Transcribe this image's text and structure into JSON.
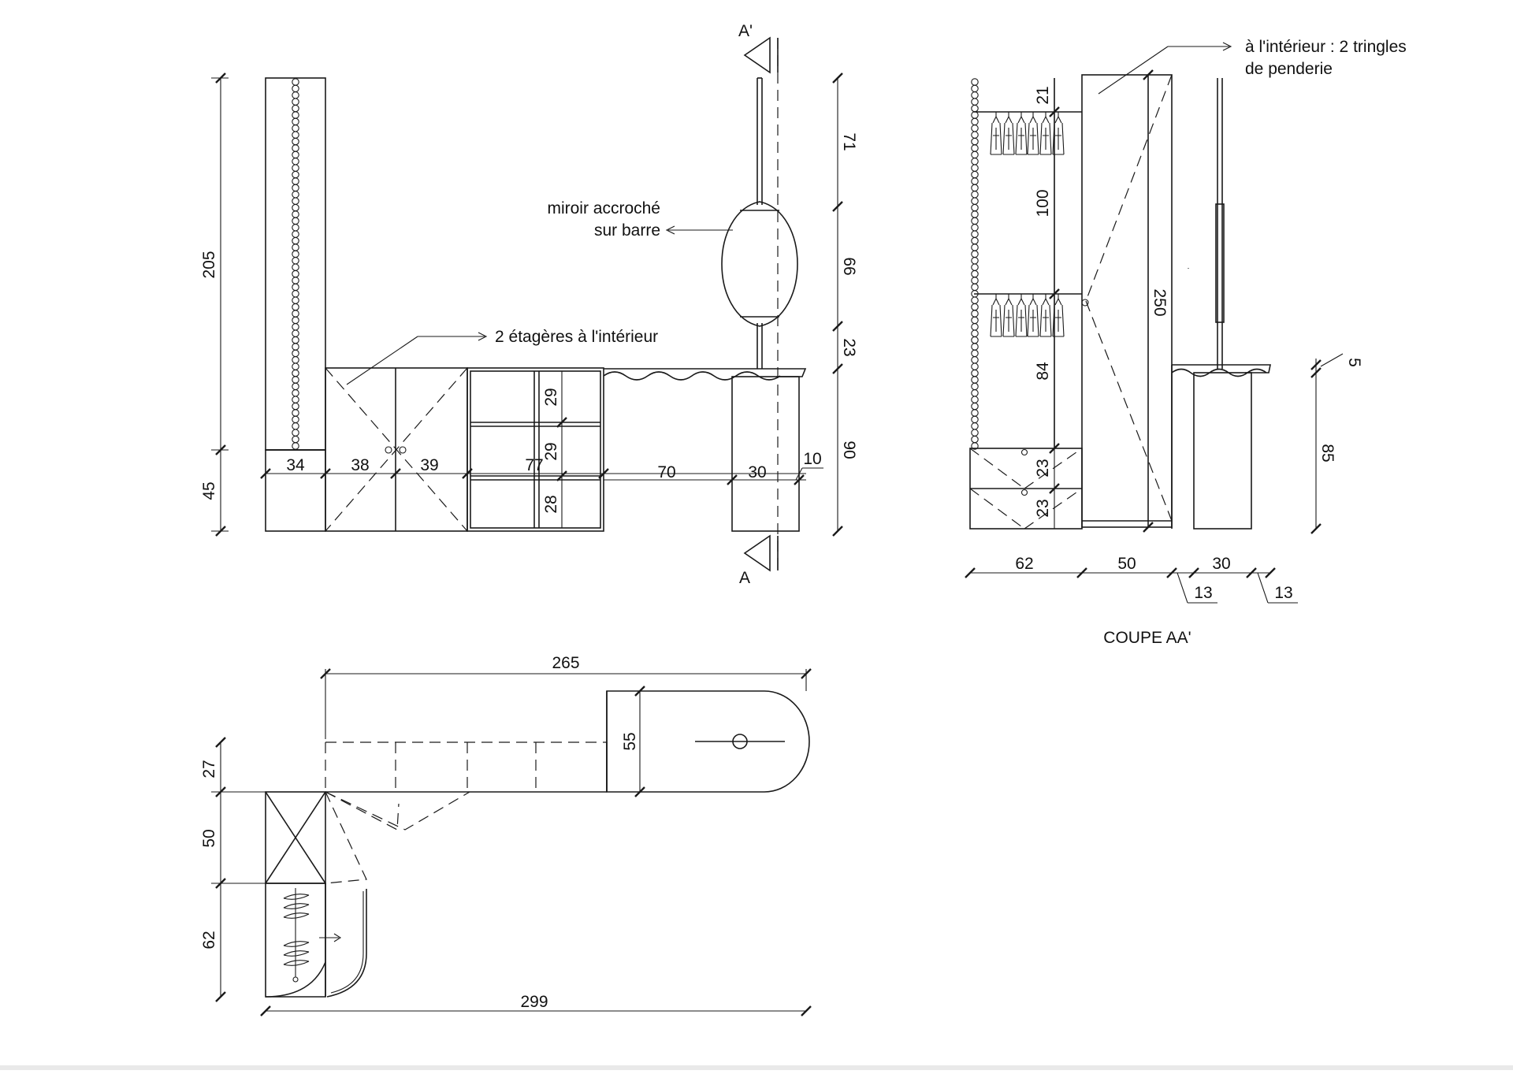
{
  "labels": {
    "mirror_note_1": "miroir accroché",
    "mirror_note_2": "sur barre",
    "shelves_note": "2 étagères à l'intérieur",
    "rods_note_1": "à l'intérieur : 2 tringles",
    "rods_note_2": "de penderie",
    "section_title": "COUPE AA'",
    "section_mark_top": "A'",
    "section_mark_bottom": "A"
  },
  "elevation": {
    "height_total": "205",
    "height_base": "45",
    "width_col": "34",
    "width_door1": "38",
    "width_door2": "39",
    "width_shelves": "77",
    "shelf_h1": "29",
    "shelf_h2": "29",
    "shelf_h3": "28",
    "width_gap": "70",
    "width_table": "30",
    "width_end": "10",
    "right_h1": "71",
    "right_h2": "66",
    "right_h3": "23",
    "right_h4": "90"
  },
  "section": {
    "h_top": "21",
    "h_mid": "100",
    "h_low": "84",
    "h_drawer1": "23",
    "h_drawer2": "23",
    "h_door": "250",
    "h_top_thk": "5",
    "h_table": "85",
    "w_1": "62",
    "w_2": "50",
    "w_3": "30",
    "w_gap1": "13",
    "w_gap2": "13"
  },
  "plan": {
    "w_top": "265",
    "w_bottom": "299",
    "depth_table": "55",
    "d_27": "27",
    "d_50": "50",
    "d_62": "62"
  }
}
